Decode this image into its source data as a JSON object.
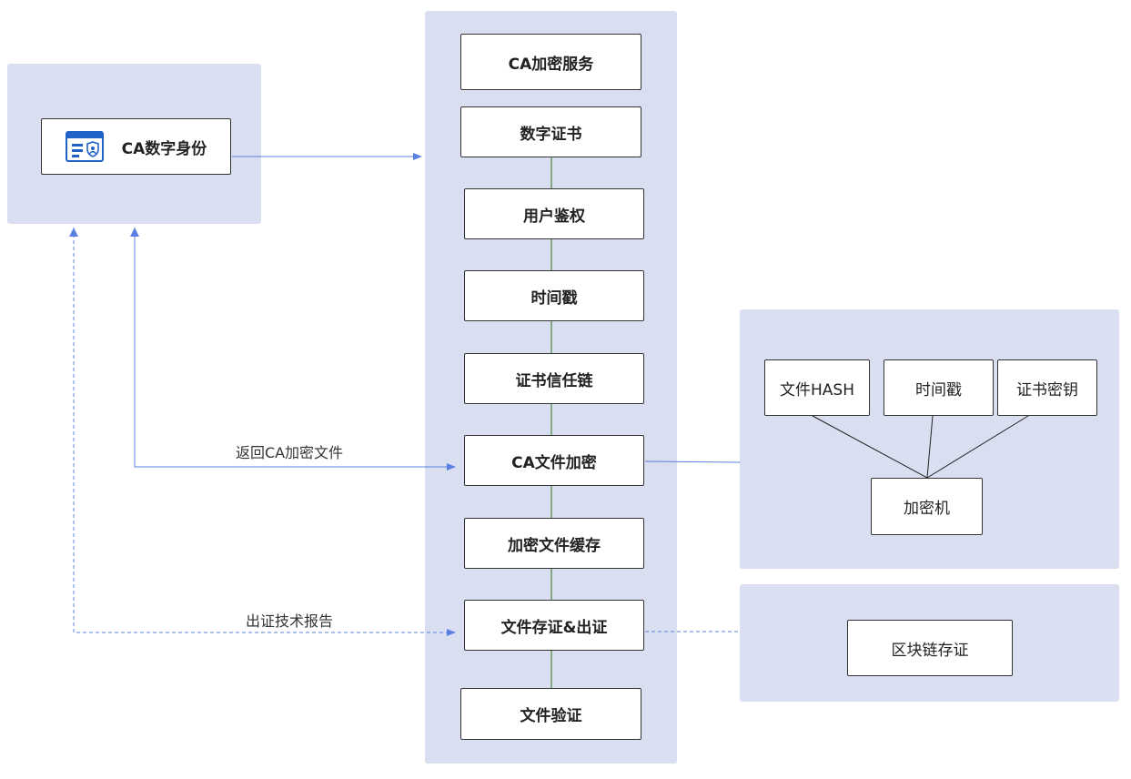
{
  "identity": {
    "label": "CA数字身份",
    "icon": "id-card-icon"
  },
  "pipeline": [
    "CA加密服务",
    "数字证书",
    "用户鉴权",
    "时间戳",
    "证书信任链",
    "CA文件加密",
    "加密文件缓存",
    "文件存证&出证",
    "文件验证"
  ],
  "encryption_panel": {
    "inputs": [
      "文件HASH",
      "时间戳",
      "证书密钥"
    ],
    "machine": "加密机"
  },
  "blockchain_panel": {
    "label": "区块链存证"
  },
  "edge_labels": {
    "return_encrypted": "返回CA加密文件",
    "issue_report": "出证技术报告"
  },
  "colors": {
    "panel": "#d9dff0",
    "arrow_blue": "#5b7fe0",
    "connector_green": "#4a8a3c",
    "icon_blue": "#1f63c6"
  }
}
